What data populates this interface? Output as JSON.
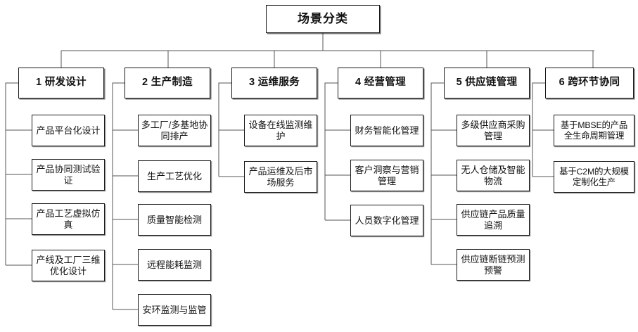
{
  "diagram": {
    "type": "tree",
    "title": "场景分类",
    "root": {
      "label": "场景分类"
    },
    "colors": {
      "box_border": "#1a1a1a",
      "connector": "#555555",
      "background": "#ffffff",
      "text": "#111111"
    },
    "categories": [
      {
        "id": "cat-1",
        "label": "1 研发设计",
        "number": "1",
        "name": "研发设计",
        "items": [
          {
            "label": "产品平台化设计"
          },
          {
            "label": "产品协同测试验证"
          },
          {
            "label": "产品工艺虚拟仿真"
          },
          {
            "label": "产线及工厂三维优化设计"
          }
        ]
      },
      {
        "id": "cat-2",
        "label": "2 生产制造",
        "number": "2",
        "name": "生产制造",
        "items": [
          {
            "label": "多工厂/多基地协同排产"
          },
          {
            "label": "生产工艺优化"
          },
          {
            "label": "质量智能检测"
          },
          {
            "label": "远程能耗监测"
          },
          {
            "label": "安环监测与监管"
          }
        ]
      },
      {
        "id": "cat-3",
        "label": "3 运维服务",
        "number": "3",
        "name": "运维服务",
        "items": [
          {
            "label": "设备在线监测维护"
          },
          {
            "label": "产品运维及后市场服务"
          }
        ]
      },
      {
        "id": "cat-4",
        "label": "4 经营管理",
        "number": "4",
        "name": "经营管理",
        "items": [
          {
            "label": "财务智能化管理"
          },
          {
            "label": "客户洞察与营销管理"
          },
          {
            "label": "人员数字化管理"
          }
        ]
      },
      {
        "id": "cat-5",
        "label": "5 供应链管理",
        "number": "5",
        "name": "供应链管理",
        "items": [
          {
            "label": "多级供应商采购管理"
          },
          {
            "label": "无人仓储及智能物流"
          },
          {
            "label": "供应链产品质量追溯"
          },
          {
            "label": "供应链断链预测预警"
          }
        ]
      },
      {
        "id": "cat-6",
        "label": "6 跨环节协同",
        "number": "6",
        "name": "跨环节协同",
        "items": [
          {
            "label": "基于MBSE的产品全生命周期管理"
          },
          {
            "label": "基于C2M的大规模定制化生产"
          }
        ]
      }
    ]
  }
}
